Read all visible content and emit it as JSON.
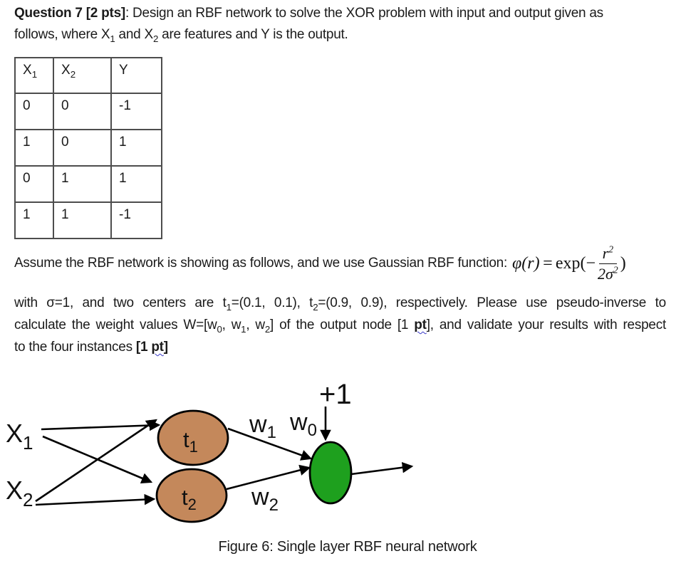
{
  "p1": {
    "line1_bold": "Question 7 [2 pts]",
    "line1_rest": ": Design an RBF network to solve the XOR problem with input and output given as",
    "line2_a": "follows, where X",
    "line2_sub1": "1",
    "line2_b": " and X",
    "line2_sub2": "2",
    "line2_c": " are features and Y is the output."
  },
  "table": {
    "headers": [
      {
        "base": "X",
        "sub": "1"
      },
      {
        "base": "X",
        "sub": "2"
      },
      {
        "base": "Y",
        "sub": ""
      }
    ],
    "rows": [
      [
        "0",
        "0",
        "-1"
      ],
      [
        "1",
        "0",
        "1"
      ],
      [
        "0",
        "1",
        "1"
      ],
      [
        "1",
        "1",
        "-1"
      ]
    ]
  },
  "p2": {
    "text": "Assume the RBF network is showing as follows, and we use Gaussian RBF function:",
    "formula": {
      "lhs": "φ(r)",
      "equals": "=",
      "exp": "exp(−",
      "num_base": "r",
      "num_sup": "2",
      "den_base": "2σ",
      "den_sup": "2",
      "close": ")"
    }
  },
  "p3": {
    "l1_a": "with σ=1, and two centers are t",
    "l1_sub1": "1",
    "l1_b": "=(0.1, 0.1), t",
    "l1_sub2": "2",
    "l1_c": "=(0.9, 0.9), respectively. Please use pseudo-inverse to",
    "l2_a": "calculate the weight values W=[w",
    "l2_sub0": "0",
    "l2_b": ", w",
    "l2_sub1": "1",
    "l2_c": ", w",
    "l2_sub2": "2",
    "l2_d": "] of the output node [1 ",
    "l2_pt": "pt",
    "l2_e": "], and validate your results with respect",
    "l3_a": "to the four instances ",
    "l3_b1": "[1 ",
    "l3_pt": "pt",
    "l3_b2": "]"
  },
  "diagram": {
    "bias_label": "+1",
    "input1": {
      "base": "X",
      "sub": "1"
    },
    "input2": {
      "base": "X",
      "sub": "2"
    },
    "hidden1": {
      "base": "t",
      "sub": "1"
    },
    "hidden2": {
      "base": "t",
      "sub": "2"
    },
    "w1": {
      "base": "w",
      "sub": "1"
    },
    "w0": {
      "base": "w",
      "sub": "0"
    },
    "w2": {
      "base": "w",
      "sub": "2"
    },
    "colors": {
      "hidden_fill": "#c4885b",
      "output_fill": "#1ea01e",
      "line": "#000000"
    }
  },
  "caption": "Figure 6: Single layer RBF neural network"
}
